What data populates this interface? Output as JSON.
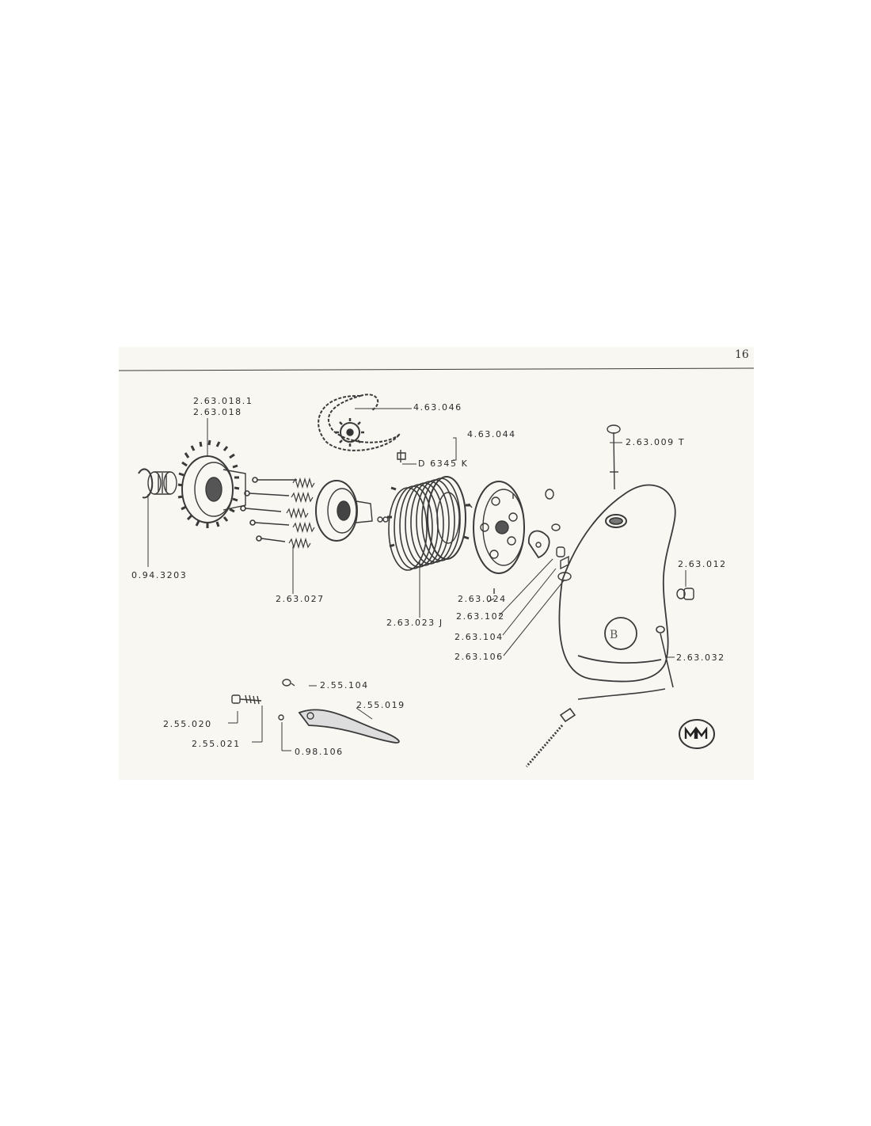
{
  "page_number": "16",
  "parts": {
    "p_2_63_018_1": "2.63.018.1",
    "p_2_63_018": "2.63.018",
    "p_4_63_046": "4.63.046",
    "p_d6345k": "D 6345 K",
    "p_4_63_044": "4.63.044",
    "p_2_63_009t": "2.63.009 T",
    "p_0_94_3203": "0.94.3203",
    "p_2_63_027": "2.63.027",
    "p_2_63_023j": "2.63.023 J",
    "p_2_63_024": "2.63.024",
    "p_2_63_102": "2.63.102",
    "p_2_63_104": "2.63.104",
    "p_2_63_106": "2.63.106",
    "p_2_63_012": "2.63.012",
    "p_2_63_032": "2.63.032",
    "p_2_55_104": "2.55.104",
    "p_2_55_019": "2.55.019",
    "p_2_55_020": "2.55.020",
    "p_2_55_021": "2.55.021",
    "p_0_98_106": "0.98.106"
  }
}
